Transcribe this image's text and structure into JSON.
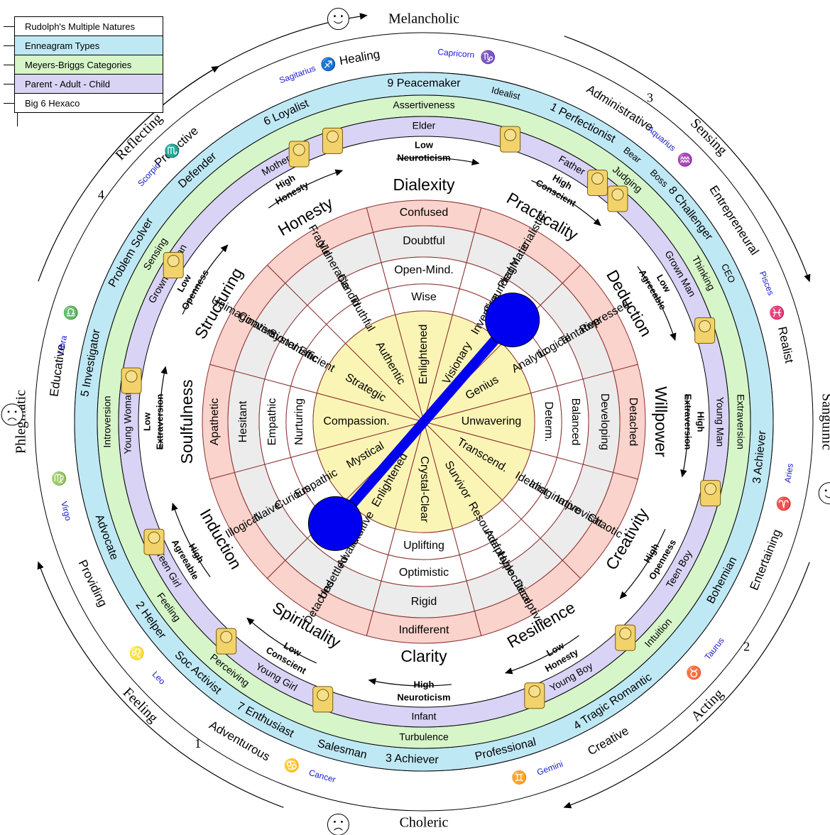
{
  "legend": [
    {
      "label": "Rudolph's Multiple Natures",
      "color": "#ffffff"
    },
    {
      "label": "Enneagram Types",
      "color": "#bfe8f5"
    },
    {
      "label": "Meyers-Briggs Categories",
      "color": "#d6f5c8"
    },
    {
      "label": "Parent - Adult - Child",
      "color": "#d9d3f5"
    },
    {
      "label": "Big 6 Hexaco",
      "color": "#ffffff"
    }
  ],
  "temperaments": {
    "melancholic": "Melancholic",
    "sanguinic": "Sanguinic",
    "choleric": "Choleric",
    "phlegmatic": "Phlegmatic",
    "sensing": "Sensing",
    "acting": "Acting",
    "feeling": "Feeling",
    "reflecting": "Reflecting"
  },
  "quadrant_numbers": [
    "1",
    "2",
    "3",
    "4"
  ],
  "zodiac": [
    {
      "name": "Capricorn",
      "glyph": "♑"
    },
    {
      "name": "Aquarius",
      "glyph": "♒"
    },
    {
      "name": "Pisces",
      "glyph": "♓"
    },
    {
      "name": "Aries",
      "glyph": "♈"
    },
    {
      "name": "Taurus",
      "glyph": "♉"
    },
    {
      "name": "Gemini",
      "glyph": "♊"
    },
    {
      "name": "Cancer",
      "glyph": "♋"
    },
    {
      "name": "Leo",
      "glyph": "♌"
    },
    {
      "name": "Virgo",
      "glyph": "♍"
    },
    {
      "name": "Libra",
      "glyph": "♎"
    },
    {
      "name": "Scorpio",
      "glyph": "♏"
    },
    {
      "name": "Sagitarius",
      "glyph": "♐"
    }
  ],
  "natures": [
    "Healing",
    "Administrative",
    "Entrepreneural",
    "Realist",
    "Entertaining",
    "Creative",
    "Adventurous",
    "Providing",
    "Educative",
    "Protective"
  ],
  "enneagram": [
    "9 Peacemaker",
    "Idealist",
    "1 Perfectionist",
    "Bear",
    "Boss",
    "8 Challenger",
    "CEO",
    "3 Achiever",
    "Bohemian",
    "4 Tragic Romantic",
    "Professional",
    "3 Achiever",
    "Salesman",
    "7 Enthusiast",
    "Soc Activist",
    "2 Helper",
    "Advocate",
    "5 Investigator",
    "Problem Solver",
    "Defender",
    "6 Loyalist"
  ],
  "mbti": [
    "Assertiveness",
    "Judging",
    "Thinking",
    "Extraversion",
    "Intuition",
    "Turbulence",
    "Perceiving",
    "Feeling",
    "Introversion",
    "Sensing"
  ],
  "pac": [
    "Elder",
    "Father",
    "Grown Man",
    "Young Man",
    "Teen Boy",
    "Young Boy",
    "Infant",
    "Young Girl",
    "Teen Girl",
    "Young Woman",
    "Grown Woman",
    "Mother"
  ],
  "hexaco_arrows": [
    {
      "line1": "Low",
      "line2": "Neuroticism"
    },
    {
      "line1": "High",
      "line2": "Conscient"
    },
    {
      "line1": "Low",
      "line2": "Agreeable"
    },
    {
      "line1": "High",
      "line2": "Extraversion"
    },
    {
      "line1": "High",
      "line2": "Openness"
    },
    {
      "line1": "Low",
      "line2": "Honesty"
    },
    {
      "line1": "High",
      "line2": "Neuroticism"
    },
    {
      "line1": "Low",
      "line2": "Conscient"
    },
    {
      "line1": "High",
      "line2": "Agreeable"
    },
    {
      "line1": "Low",
      "line2": "Extraversion"
    },
    {
      "line1": "Low",
      "line2": "Openness"
    },
    {
      "line1": "High",
      "line2": "Honesty"
    }
  ],
  "dimensions": [
    "Dialexity",
    "Practicality",
    "Deduction",
    "Willpower",
    "Creativity",
    "Resilience",
    "Clarity",
    "Spirituality",
    "Induction",
    "Soulfulness",
    "Structuring",
    "Honesty"
  ],
  "ring_red": [
    "Confused",
    "Materialistic",
    "Repressed",
    "Detached",
    "Chaotic",
    "Deceptive",
    "Indifferent",
    "Detached",
    "Illogical",
    "Apathetic",
    "Unimaginative",
    "Fragile"
  ],
  "ring_gray": [
    "Doubtful",
    "Pragmatic",
    "Tentative",
    "Developing",
    "Improvisat.",
    "Hypocritical",
    "Rigid",
    "Unsettled",
    "Naive",
    "Hesitant",
    "Conventional",
    "Vulnerable"
  ],
  "ring_white1": [
    "Open-Mind.",
    "Grounded",
    "Logical",
    "Balanced",
    "Imaginative",
    "Adaptable",
    "Optimistic",
    "Aware",
    "Curious",
    "Empathic",
    "Systematic",
    "Candid"
  ],
  "ring_white2": [
    "Wise",
    "Inventive",
    "Analytic.",
    "Determ.",
    "Idealist",
    "Resourceful",
    "Uplifting",
    "Intuitive",
    "Empathic",
    "Nurturing",
    "Efficient",
    "Truthful"
  ],
  "core": [
    "Enlightened",
    "Visionary",
    "Genius",
    "Unwavering",
    "Transcend.",
    "Survivor",
    "Crystal-Clear",
    "Enlightened",
    "Mystical",
    "Compassion.",
    "Strategic",
    "Authentic"
  ],
  "colors": {
    "nature_ring": "#ffffff",
    "enneagram_ring": "#bfe8f5",
    "mbti_ring": "#d6f5c8",
    "pac_ring": "#d9d3f5",
    "red_ring": "#f9d3cc",
    "gray_ring": "#ececec",
    "core": "#fbf5b5",
    "zodiac": "#1a1acd",
    "pointer": "#0000f0"
  }
}
